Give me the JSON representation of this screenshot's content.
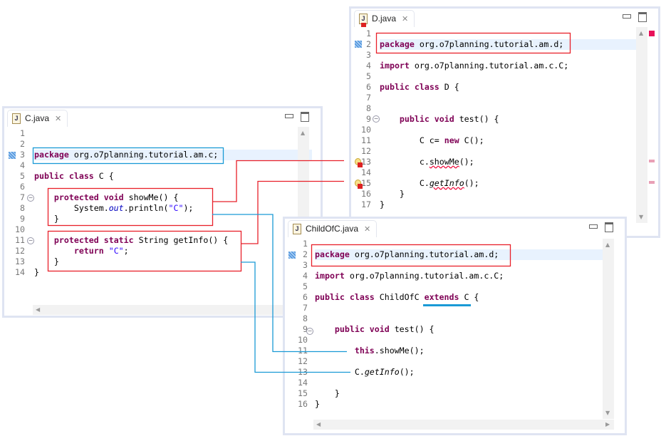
{
  "windows": {
    "c": {
      "tab": "C.java",
      "lines": [
        [],
        [],
        [
          [
            "package",
            "k"
          ],
          [
            " org.o7planning.tutorial.am.c;",
            "n"
          ]
        ],
        [],
        [
          [
            "public",
            "k"
          ],
          [
            " ",
            "n"
          ],
          [
            "class",
            "k"
          ],
          [
            " C {",
            "n"
          ]
        ],
        [],
        [
          [
            "    ",
            "n"
          ],
          [
            "protected",
            "k"
          ],
          [
            " ",
            "n"
          ],
          [
            "void",
            "k"
          ],
          [
            " showMe() {",
            "n"
          ]
        ],
        [
          [
            "        System.",
            "n"
          ],
          [
            "out",
            "f"
          ],
          [
            ".println(",
            "n"
          ],
          [
            "\"C\"",
            "s"
          ],
          [
            ");",
            "n"
          ]
        ],
        [
          [
            "    }",
            "n"
          ]
        ],
        [],
        [
          [
            "    ",
            "n"
          ],
          [
            "protected",
            "k"
          ],
          [
            " ",
            "n"
          ],
          [
            "static",
            "k"
          ],
          [
            " String getInfo() {",
            "n"
          ]
        ],
        [
          [
            "        ",
            "n"
          ],
          [
            "return",
            "k"
          ],
          [
            " ",
            "n"
          ],
          [
            "\"C\"",
            "s"
          ],
          [
            ";",
            "n"
          ]
        ],
        [
          [
            "    }",
            "n"
          ]
        ],
        [
          [
            "}",
            "n"
          ]
        ]
      ]
    },
    "d": {
      "tab": "D.java",
      "lines": [
        [],
        [
          [
            "package",
            "k"
          ],
          [
            " org.o7planning.tutorial.am.d;",
            "n"
          ]
        ],
        [],
        [
          [
            "import",
            "k"
          ],
          [
            " org.o7planning.tutorial.am.c.C;",
            "n"
          ]
        ],
        [],
        [
          [
            "public",
            "k"
          ],
          [
            " ",
            "n"
          ],
          [
            "class",
            "k"
          ],
          [
            " D {",
            "n"
          ]
        ],
        [],
        [],
        [
          [
            "    ",
            "n"
          ],
          [
            "public",
            "k"
          ],
          [
            " ",
            "n"
          ],
          [
            "void",
            "k"
          ],
          [
            " test() {",
            "n"
          ]
        ],
        [],
        [
          [
            "        C c= ",
            "n"
          ],
          [
            "new",
            "k"
          ],
          [
            " C();",
            "n"
          ]
        ],
        [],
        [
          [
            "        c.",
            "n"
          ],
          [
            "showMe",
            "w"
          ],
          [
            "();",
            "n"
          ]
        ],
        [],
        [
          [
            "        C.",
            "n"
          ],
          [
            "getInfo",
            "iw"
          ],
          [
            "();",
            "n"
          ]
        ],
        [
          [
            "    }",
            "n"
          ]
        ],
        [
          [
            "}",
            "n"
          ]
        ]
      ]
    },
    "child": {
      "tab": "ChildOfC.java",
      "lines": [
        [],
        [
          [
            "package",
            "k"
          ],
          [
            " org.o7planning.tutorial.am.d;",
            "n"
          ]
        ],
        [],
        [
          [
            "import",
            "k"
          ],
          [
            " org.o7planning.tutorial.am.c.C;",
            "n"
          ]
        ],
        [],
        [
          [
            "public",
            "k"
          ],
          [
            " ",
            "n"
          ],
          [
            "class",
            "k"
          ],
          [
            " ChildOfC ",
            "n"
          ],
          [
            "extends",
            "k"
          ],
          [
            " C {",
            "n"
          ]
        ],
        [],
        [],
        [
          [
            "    ",
            "n"
          ],
          [
            "public",
            "k"
          ],
          [
            " ",
            "n"
          ],
          [
            "void",
            "k"
          ],
          [
            " test() {",
            "n"
          ]
        ],
        [],
        [
          [
            "        ",
            "n"
          ],
          [
            "this",
            "k"
          ],
          [
            ".showMe();",
            "n"
          ]
        ],
        [],
        [
          [
            "        C.",
            "n"
          ],
          [
            "getInfo",
            "i"
          ],
          [
            "();",
            "n"
          ]
        ],
        [],
        [
          [
            "    }",
            "n"
          ]
        ],
        [
          [
            "}",
            "n"
          ]
        ]
      ]
    }
  },
  "colors": {
    "annot_red": "#e8202a",
    "annot_blue": "#1a9ad6"
  }
}
